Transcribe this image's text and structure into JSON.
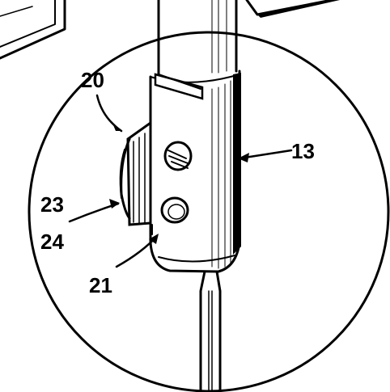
{
  "callouts": [
    {
      "id": "c20",
      "text": "20"
    },
    {
      "id": "c13",
      "text": "13"
    },
    {
      "id": "c23",
      "text": "23"
    },
    {
      "id": "c24",
      "text": "24"
    },
    {
      "id": "c21",
      "text": "21"
    }
  ],
  "colors": {
    "ink": "#000000",
    "paper": "#ffffff"
  }
}
